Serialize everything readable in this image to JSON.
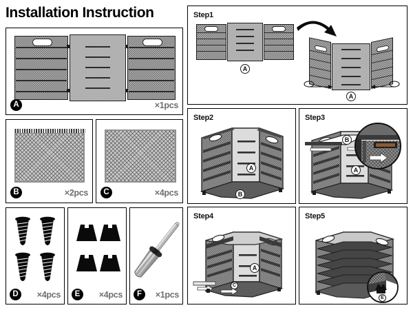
{
  "document": {
    "title": "Installation Instruction"
  },
  "parts": [
    {
      "id": "A",
      "label": "A",
      "qty": "×1pcs",
      "name": "tri-panel-frame"
    },
    {
      "id": "B",
      "label": "B",
      "qty": "×2pcs",
      "name": "toothed-mesh-shelf"
    },
    {
      "id": "C",
      "label": "C",
      "qty": "×4pcs",
      "name": "mesh-shelf"
    },
    {
      "id": "D",
      "label": "D",
      "qty": "×4pcs",
      "name": "screw"
    },
    {
      "id": "E",
      "label": "E",
      "qty": "×4pcs",
      "name": "rubber-foot"
    },
    {
      "id": "F",
      "label": "F",
      "qty": "×1pcs",
      "name": "screwdriver"
    }
  ],
  "steps": [
    {
      "id": "step1",
      "label": "Step1",
      "callouts": [
        "A",
        "A"
      ]
    },
    {
      "id": "step2",
      "label": "Step2",
      "callouts": [
        "A",
        "B"
      ]
    },
    {
      "id": "step3",
      "label": "Step3",
      "callouts": [
        "B",
        "A"
      ]
    },
    {
      "id": "step4",
      "label": "Step4",
      "callouts": [
        "A",
        "C"
      ]
    },
    {
      "id": "step5",
      "label": "Step5",
      "callouts": [
        "E"
      ]
    }
  ],
  "colors": {
    "ink": "#000000",
    "qty_text": "#6f6f6f",
    "mesh_mid": "#b9b9b9",
    "mesh_light": "#cfcfcf",
    "mesh_dark": "#7d7d7d",
    "outline": "#1c1c1c"
  }
}
